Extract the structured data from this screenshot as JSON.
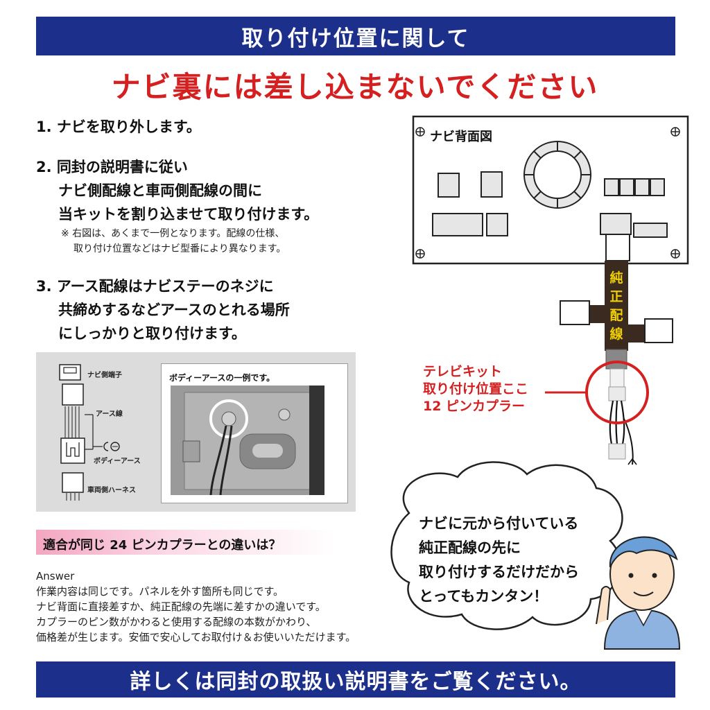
{
  "header": {
    "title": "取り付け位置に関して"
  },
  "warning": {
    "text": "ナビ裏には差し込まないでください"
  },
  "steps": [
    {
      "lines": [
        "1. ナビを取り外します。"
      ]
    },
    {
      "lines": [
        "2. 同封の説明書に従い",
        "ナビ側配線と車両側配線の間に",
        "当キットを割り込ませて取り付けます。"
      ]
    },
    {
      "lines": [
        "3. アース配線はナビステーのネジに",
        "共締めするなどアースのとれる場所",
        "にしっかりと取り付けます。"
      ]
    }
  ],
  "note": {
    "lines": [
      "※ 右図は、あくまで一例となります。配線の仕様、",
      "取り付け位置などはナビ型番により異なります。"
    ]
  },
  "wiring": {
    "navi_terminal": "ナビ側端子",
    "earth_wire": "アース線",
    "body_earth": "ボディーアース",
    "vehicle_harness": "車両側ハーネス"
  },
  "photo": {
    "caption": "ボディーアースの一例です。"
  },
  "faq": {
    "question": "適合が同じ 24 ピンカプラーとの違いは？",
    "answer_label": "Answer",
    "answer_lines": [
      "作業内容は同じです。パネルを外す箇所も同じです。",
      "ナビ背面に直接差すか、純正配線の先端に差すかの違いです。",
      "カプラーのピン数がかわると使用する配線の本数がかわり、",
      "価格差が生じます。安価で安心してお取付け＆お使いいただけます。"
    ]
  },
  "diagram": {
    "title": "ナビ背面図",
    "harness_label": "純正配線",
    "tv_kit_lines": [
      "テレビキット",
      "取り付け位置ここ",
      "12 ピンカプラー"
    ]
  },
  "bubble": {
    "lines": [
      "ナビに元から付いている",
      "純正配線の先に",
      "取り付けするだけだから",
      "とってもカンタン！"
    ]
  },
  "footer": {
    "text": "詳しくは同封の取扱い説明書をご覧ください。"
  },
  "colors": {
    "navy": "#1c2f8a",
    "red": "#d42020",
    "pink": "#f4a6c1",
    "yellow": "#f0d000"
  }
}
